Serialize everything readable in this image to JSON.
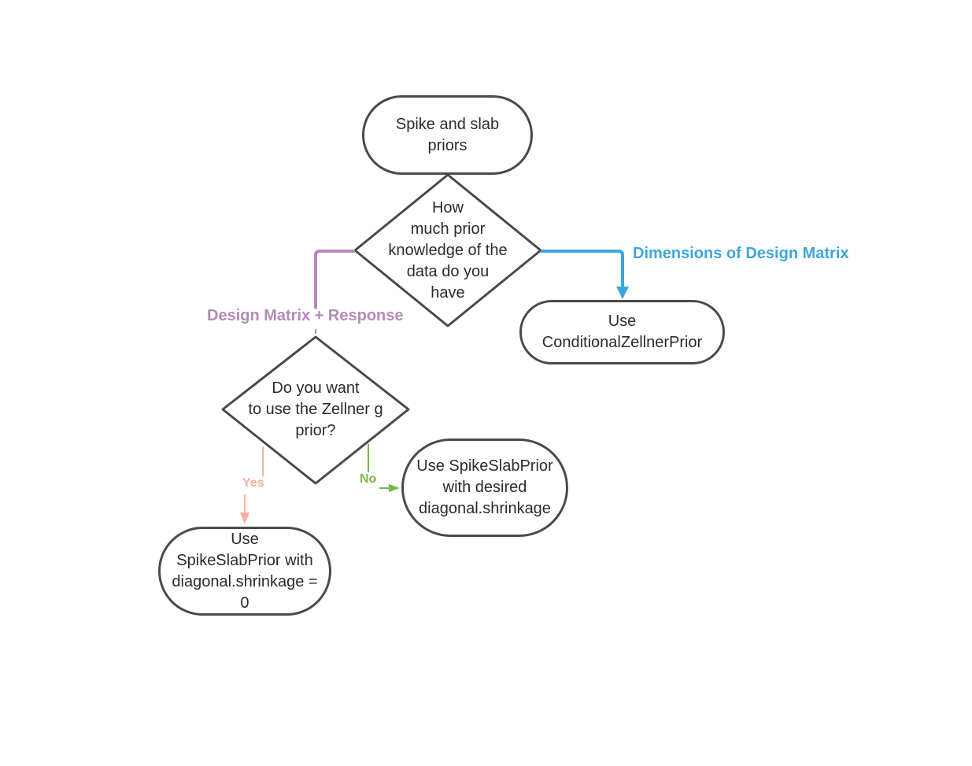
{
  "nodes": {
    "start": {
      "text": "Spike and slab\npriors"
    },
    "knowledge_decision": {
      "text": "How\nmuch prior\nknowledge of the\ndata do you\nhave"
    },
    "conditional_zellner": {
      "text": "Use\nConditionalZellnerPrior"
    },
    "zellner_decision": {
      "text": "Do you want\nto use the Zellner g\nprior?"
    },
    "spike_slab_desired": {
      "text": "Use SpikeSlabPrior\nwith desired\ndiagonal.shrinkage"
    },
    "spike_slab_zero": {
      "text": "Use\nSpikeSlabPrior with\ndiagonal.shrinkage =\n0"
    }
  },
  "edges": {
    "dimensions": {
      "label": "Dimensions of Design Matrix",
      "color": "#3ea6dc"
    },
    "design_response": {
      "label": "Design Matrix + Response",
      "color": "#b48ab8"
    },
    "yes": {
      "label": "Yes",
      "color": "#f7b0a3"
    },
    "no": {
      "label": "No",
      "color": "#7ab648"
    }
  },
  "colors": {
    "node_border": "#4a4a4a",
    "node_text": "#2b2b2b"
  }
}
